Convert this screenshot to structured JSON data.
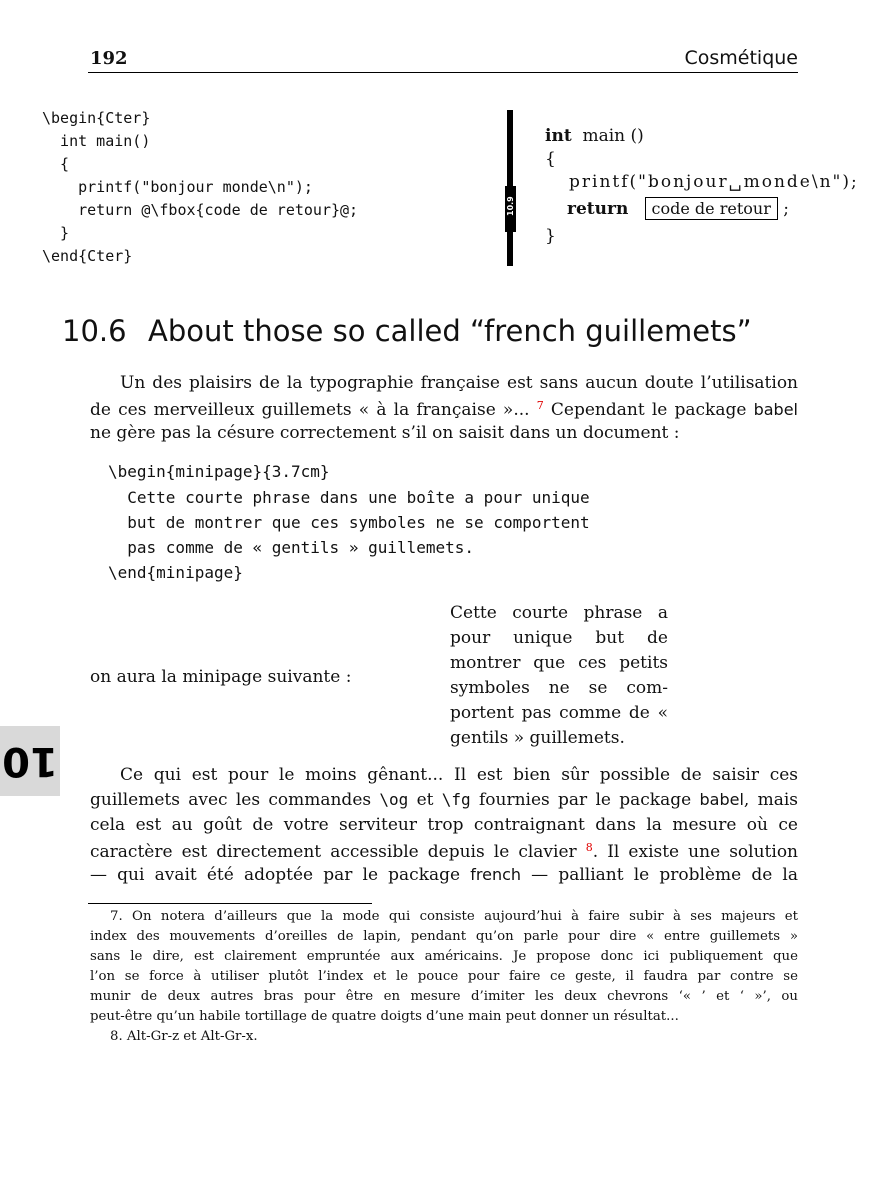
{
  "header": {
    "page_number": "192",
    "running_title": "Cosmétique"
  },
  "code_example": {
    "lines": [
      "\\begin{Cter}",
      "  int main()",
      "  {",
      "    printf(\"bonjour monde\\n\");",
      "    return @\\fbox{code de retour}@;",
      "  }",
      "\\end{Cter}"
    ]
  },
  "side_tab": {
    "label": "10.9"
  },
  "rendered_code": {
    "line1_kw": "int",
    "line1_rest": "main ()",
    "line2": "{",
    "line3": "printf(\"bonjour␣monde\\n\");",
    "line4_kw": "return",
    "line4_box": "code de retour",
    "line4_end": ";",
    "line5": "}"
  },
  "section": {
    "number": "10.6",
    "title": "About those so called “french guillemets”"
  },
  "paragraph1": {
    "line1": "Un des plaisirs de la typographie française est sans aucun doute l’utilisation",
    "line2_a": "de ces merveilleux guillemets « à la française »...",
    "line2_fn": "7",
    "line2_b": " Cependant le package ",
    "line2_pkg": "babel",
    "line3": "ne gère pas la césure correctement s’il on saisit dans un document :"
  },
  "code_minipage": {
    "lines": [
      "\\begin{minipage}{3.7cm}",
      "  Cette courte phrase dans une boîte a pour unique",
      "  but de montrer que ces symboles ne se comportent",
      "  pas comme de « gentils » guillemets.",
      "\\end{minipage}"
    ]
  },
  "minipage_demo": {
    "intro": "on aura la minipage suivante :",
    "lines": [
      "Cette courte phrase a",
      "pour unique but de",
      "montrer que ces petits",
      "symboles ne se com-",
      "portent pas comme de «",
      "gentils » guillemets."
    ]
  },
  "chapter_thumb": {
    "label": "10"
  },
  "paragraph2": {
    "line1": "Ce qui est pour le moins gênant... Il est bien sûr possible de saisir ces",
    "line2_a": "guillemets avec les commandes ",
    "line2_cmd1": "\\og",
    "line2_b": " et ",
    "line2_cmd2": "\\fg",
    "line2_c": " fournies par le package ",
    "line2_pkg": "babel",
    "line2_d": ", mais",
    "line3": "cela est au goût de votre serviteur trop contraignant dans la mesure où ce",
    "line4_a": "caractère est directement accessible depuis le clavier",
    "line4_fn": "8",
    "line4_b": ". Il existe une solution",
    "line5_a": "— qui avait été adoptée par le package ",
    "line5_pkg": "french",
    "line5_b": " — palliant le problème de la"
  },
  "footnotes": {
    "fn7_lines": [
      "7. On notera d’ailleurs que la mode qui consiste aujourd’hui à faire subir à ses majeurs et",
      "index des mouvements d’oreilles de lapin, pendant qu’on parle pour dire « entre guillemets »",
      "sans le dire, est clairement empruntée aux américains. Je propose donc ici publiquement que",
      "l’on se force à utiliser plutôt l’index et le pouce pour faire ce geste, il faudra par contre se",
      "munir de deux autres bras pour être en mesure d’imiter les deux chevrons ‘« ’ et ‘ »’, ou",
      "peut-être qu’un habile tortillage de quatre doigts d’une main peut donner un résultat..."
    ],
    "fn8": "8. Alt-Gr-z et Alt-Gr-x."
  }
}
